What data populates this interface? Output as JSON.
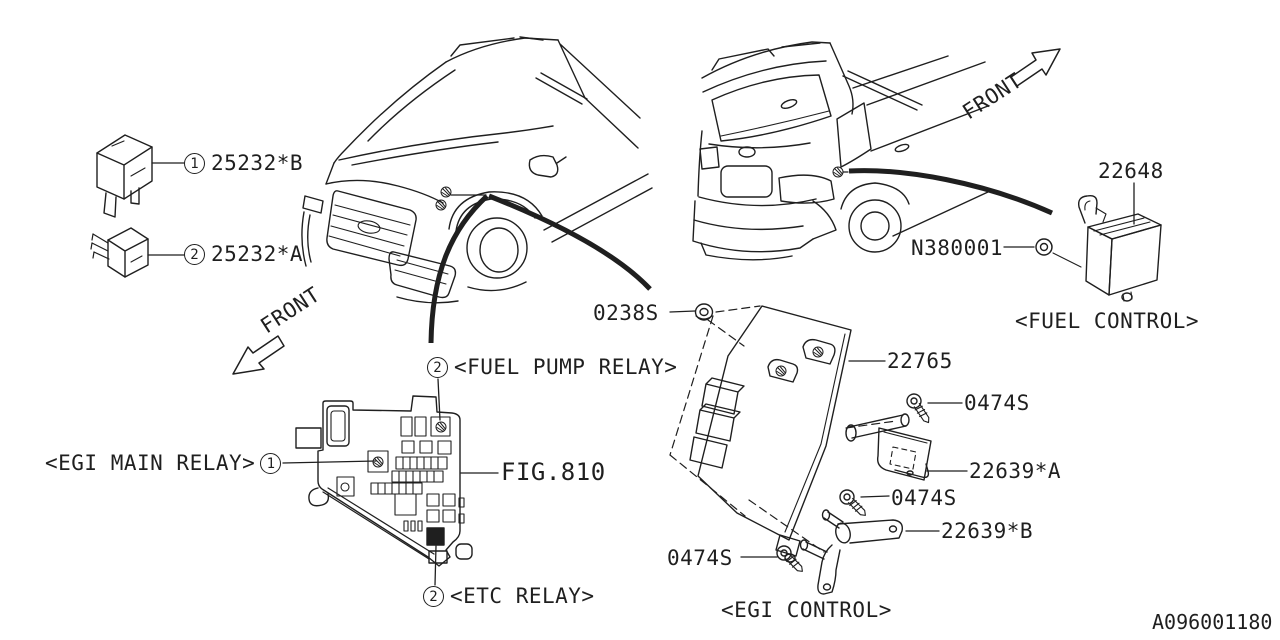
{
  "colors": {
    "ink": "#1f1f1f",
    "background": "#ffffff"
  },
  "doc": {
    "id": "A096001180"
  },
  "direction_arrows": {
    "left": "FRONT",
    "right": "FRONT"
  },
  "parts": {
    "relay1": {
      "num": "1",
      "code": "25232*B"
    },
    "relay2": {
      "num": "2",
      "code": "25232*A"
    },
    "fuel_control_unit": {
      "code": "22648"
    },
    "fuel_control_nut": {
      "code": "N380001"
    },
    "egi_nut": {
      "code": "0238S"
    },
    "ecu": {
      "code": "22765"
    },
    "screw_right": {
      "code": "0474S"
    },
    "bracket_a": {
      "code": "22639*A"
    },
    "screw_mid": {
      "code": "0474S"
    },
    "bracket_b": {
      "code": "22639*B"
    },
    "screw_left": {
      "code": "0474S"
    },
    "fig_ref": {
      "code": "FIG.810"
    }
  },
  "captions": {
    "fuel_control": "<FUEL CONTROL>",
    "egi_control": "<EGI CONTROL>",
    "fuel_pump_relay": {
      "num": "2",
      "text": "<FUEL PUMP RELAY>"
    },
    "egi_main_relay": {
      "num": "1",
      "text": "<EGI MAIN RELAY>"
    },
    "etc_relay": {
      "num": "2",
      "text": "<ETC RELAY>"
    }
  }
}
